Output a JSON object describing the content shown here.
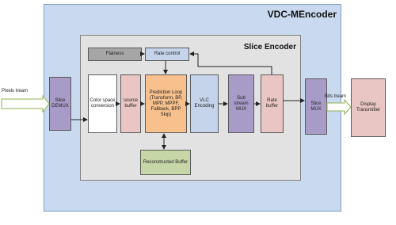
{
  "encoder": {
    "title": "VDC-MEncoder"
  },
  "slice_encoder": {
    "title": "Slice Encoder"
  },
  "blocks": {
    "slice_demux": "Slice DEMUX",
    "flatness": "Flatness",
    "rate_control": "Rate control",
    "color_space": "Color space conversion",
    "source_buffer": "source buffer",
    "prediction_loop": "Prediction Loop (Transform, BP, MPP, MPPF, Fallback, BPP Skip)",
    "vlc": "VLC Encoding",
    "substream_mux": "Sub stream MUX",
    "rate_buffer": "Rate buffer",
    "slice_mux": "Slice MUX",
    "reconstructed_buffer": "Reconstructed Buffer",
    "display_transmitter": "Display Transmitter"
  },
  "labels": {
    "pixels": "Pixels tream",
    "bitstream": "Bits tream"
  },
  "colors": {
    "outer_bg": "#c9daf0",
    "slice_encoder_bg": "#e2e2e2",
    "purple": "#a99bc8",
    "pink": "#e9c6c3",
    "orange": "#f7c08c",
    "blue_light": "#c5d3eb",
    "green": "#c6d6a6",
    "gray": "#a6a6a6",
    "white": "#ffffff"
  }
}
